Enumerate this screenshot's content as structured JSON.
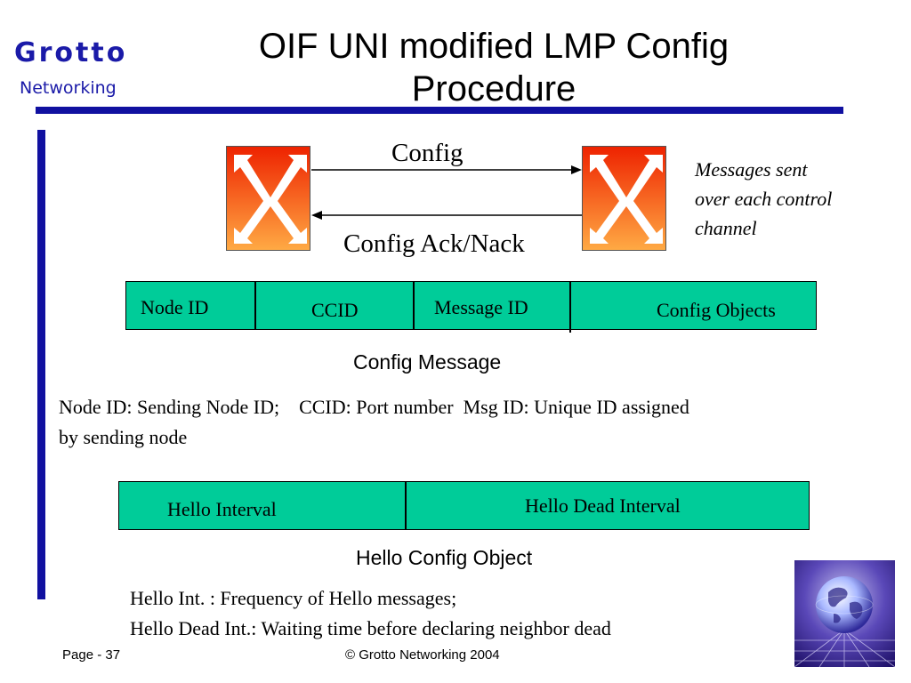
{
  "logo": {
    "line1": "Grotto",
    "line2": "Networking"
  },
  "title": {
    "line1": "OIF UNI modified LMP Config",
    "line2": "Procedure"
  },
  "diagram": {
    "forward_label": "Config",
    "reverse_label": "Config Ack/Nack",
    "note": [
      "Messages sent",
      "over each control",
      "channel"
    ]
  },
  "config_message": {
    "fields": [
      "Node ID",
      "CCID",
      "Message ID",
      "Config Objects"
    ],
    "caption": "Config Message"
  },
  "config_description": {
    "line1": "Node ID: Sending Node ID;    CCID: Port number  Msg ID: Unique ID assigned",
    "line2": "by sending node"
  },
  "hello_object": {
    "fields": [
      "Hello Interval",
      "Hello Dead Interval"
    ],
    "caption": "Hello Config Object"
  },
  "hello_description": {
    "line1": "Hello Int. : Frequency of Hello messages;",
    "line2": "Hello Dead Int.: Waiting time before declaring neighbor dead"
  },
  "footer": {
    "page": "Page - 37",
    "copyright": "© Grotto Networking 2004"
  },
  "colors": {
    "accent_blue": "#1010a0",
    "field_green": "#00cc99",
    "switch_gradient_top": "#ee2200",
    "switch_gradient_bottom": "#ffaa44"
  }
}
